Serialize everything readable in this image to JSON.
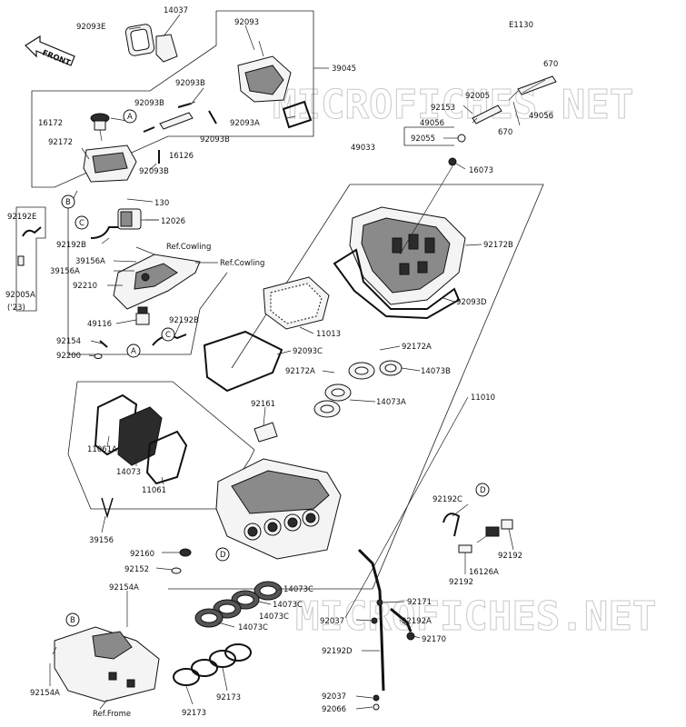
{
  "diagram_code": "E1130",
  "front_label": "FRONT",
  "watermarks": [
    "MICROFICHES.NET",
    "MICROFICHES.NET"
  ],
  "callouts": [
    "A",
    "A",
    "B",
    "B",
    "C",
    "C",
    "D",
    "D"
  ],
  "labels": {
    "p92093E": "92093E",
    "p14037": "14037",
    "p92093_top": "92093",
    "p39045": "39045",
    "p92093B_a": "92093B",
    "p92093B_b": "92093B",
    "p92093B_c": "92093B",
    "p92093B_d": "92093B",
    "p16172": "16172",
    "p92172": "92172",
    "p16126": "16126",
    "p92093A": "92093A",
    "p670_a": "670",
    "p670_b": "670",
    "p92005": "92005",
    "p49056_a": "49056",
    "p92153": "92153",
    "p49056_b": "49056",
    "p92055": "92055",
    "p49033": "49033",
    "p16073": "16073",
    "p130": "130",
    "p12026": "12026",
    "p92192E": "92192E",
    "p92192B_a": "92192B",
    "p39156A_a": "39156A",
    "p39156A_b": "39156A",
    "p92005A": "92005A",
    "p92005A_year": "('23)",
    "refCowling_a": "Ref.Cowling",
    "refCowling_b": "Ref.Cowling",
    "p92210": "92210",
    "p49116": "49116",
    "p92192B_b": "92192B",
    "p92154": "92154",
    "p92200": "92200",
    "p92172B": "92172B",
    "p92093D": "92093D",
    "p11013": "11013",
    "p92093C": "92093C",
    "p92172A_a": "92172A",
    "p92172A_b": "92172A",
    "p14073B": "14073B",
    "p14073A": "14073A",
    "p11010": "11010",
    "p92161": "92161",
    "p11061A": "11061A",
    "p14073": "14073",
    "p11061": "11061",
    "p39156": "39156",
    "p92160": "92160",
    "p92152": "92152",
    "p92154A_a": "92154A",
    "p92154A_b": "92154A",
    "refFrame": "Ref.Frome",
    "p14073C_a": "14073C",
    "p14073C_b": "14073C",
    "p14073C_c": "14073C",
    "p14073C_d": "14073C",
    "p92173_a": "92173",
    "p92173_b": "92173",
    "p92192C": "92192C",
    "p92192": "92192",
    "p16126A": "16126A",
    "p92192_b": "92192",
    "p92171": "92171",
    "p92037_a": "92037",
    "p92192A": "92192A",
    "p92170": "92170",
    "p92192D": "92192D",
    "p92037_b": "92037",
    "p92066": "92066"
  }
}
